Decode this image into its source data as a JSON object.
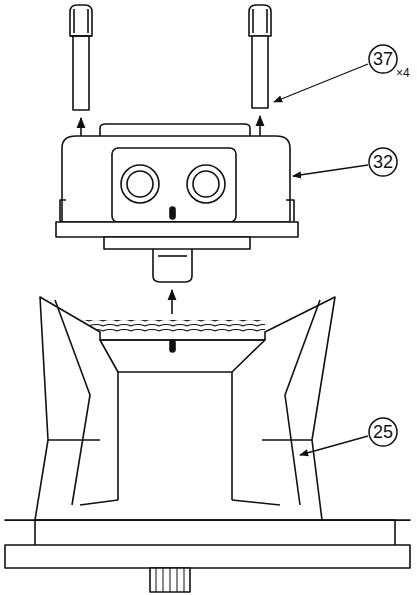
{
  "diagram": {
    "nodes": [
      {
        "text": [
          "37",
          "×4"
        ]
      },
      {
        "text": [
          "32"
        ]
      },
      {
        "text": [
          "25"
        ]
      }
    ]
  }
}
